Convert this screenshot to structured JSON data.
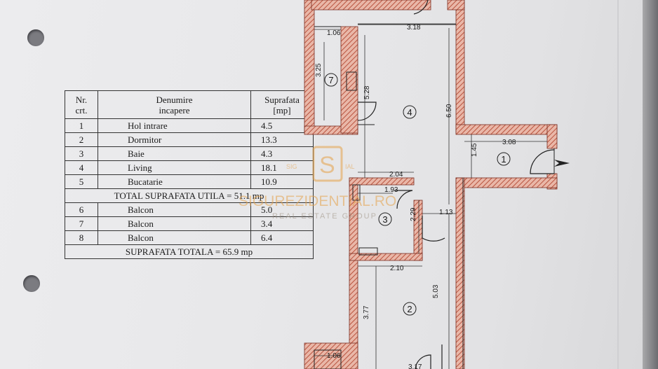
{
  "table": {
    "header": {
      "nr": "Nr.\ncrt.",
      "name": "Denumire\nincapere",
      "area": "Suprafata\n[mp]"
    },
    "rows": [
      {
        "nr": "1",
        "name": "Hol intrare",
        "area": "4.5"
      },
      {
        "nr": "2",
        "name": "Dormitor",
        "area": "13.3"
      },
      {
        "nr": "3",
        "name": "Baie",
        "area": "4.3"
      },
      {
        "nr": "4",
        "name": "Living",
        "area": "18.1"
      },
      {
        "nr": "5",
        "name": "Bucatarie",
        "area": "10.9"
      }
    ],
    "total_useful": "TOTAL SUPRAFATA UTILA = 51.1 mp",
    "balcony_rows": [
      {
        "nr": "6",
        "name": "Balcon",
        "area": "5.0"
      },
      {
        "nr": "7",
        "name": "Balcon",
        "area": "3.4"
      },
      {
        "nr": "8",
        "name": "Balcon",
        "area": "6.4"
      }
    ],
    "total": "SUPRAFATA TOTALA = 65.9 mp"
  },
  "plan": {
    "dimensions": [
      "1.06",
      "3.18",
      "3.25",
      "5.28",
      "6.50",
      "3.08",
      "1.45",
      "2.04",
      "1.93",
      "2.29",
      "1.13",
      "2.10",
      "5.03",
      "3.77",
      "1.06",
      "3.17"
    ],
    "room_numbers": [
      "7",
      "4",
      "1",
      "3",
      "2"
    ]
  },
  "watermark": {
    "brand": "SIGUREZIDENTIAL.RO",
    "tagline": "REAL ESTATE GROUP",
    "logo_letter": "S",
    "small_left": "SIG",
    "small_right": "IAL"
  },
  "colors": {
    "wall": "#c96f5c",
    "ink": "#1a1a1a",
    "watermark": "#e5a24a"
  }
}
